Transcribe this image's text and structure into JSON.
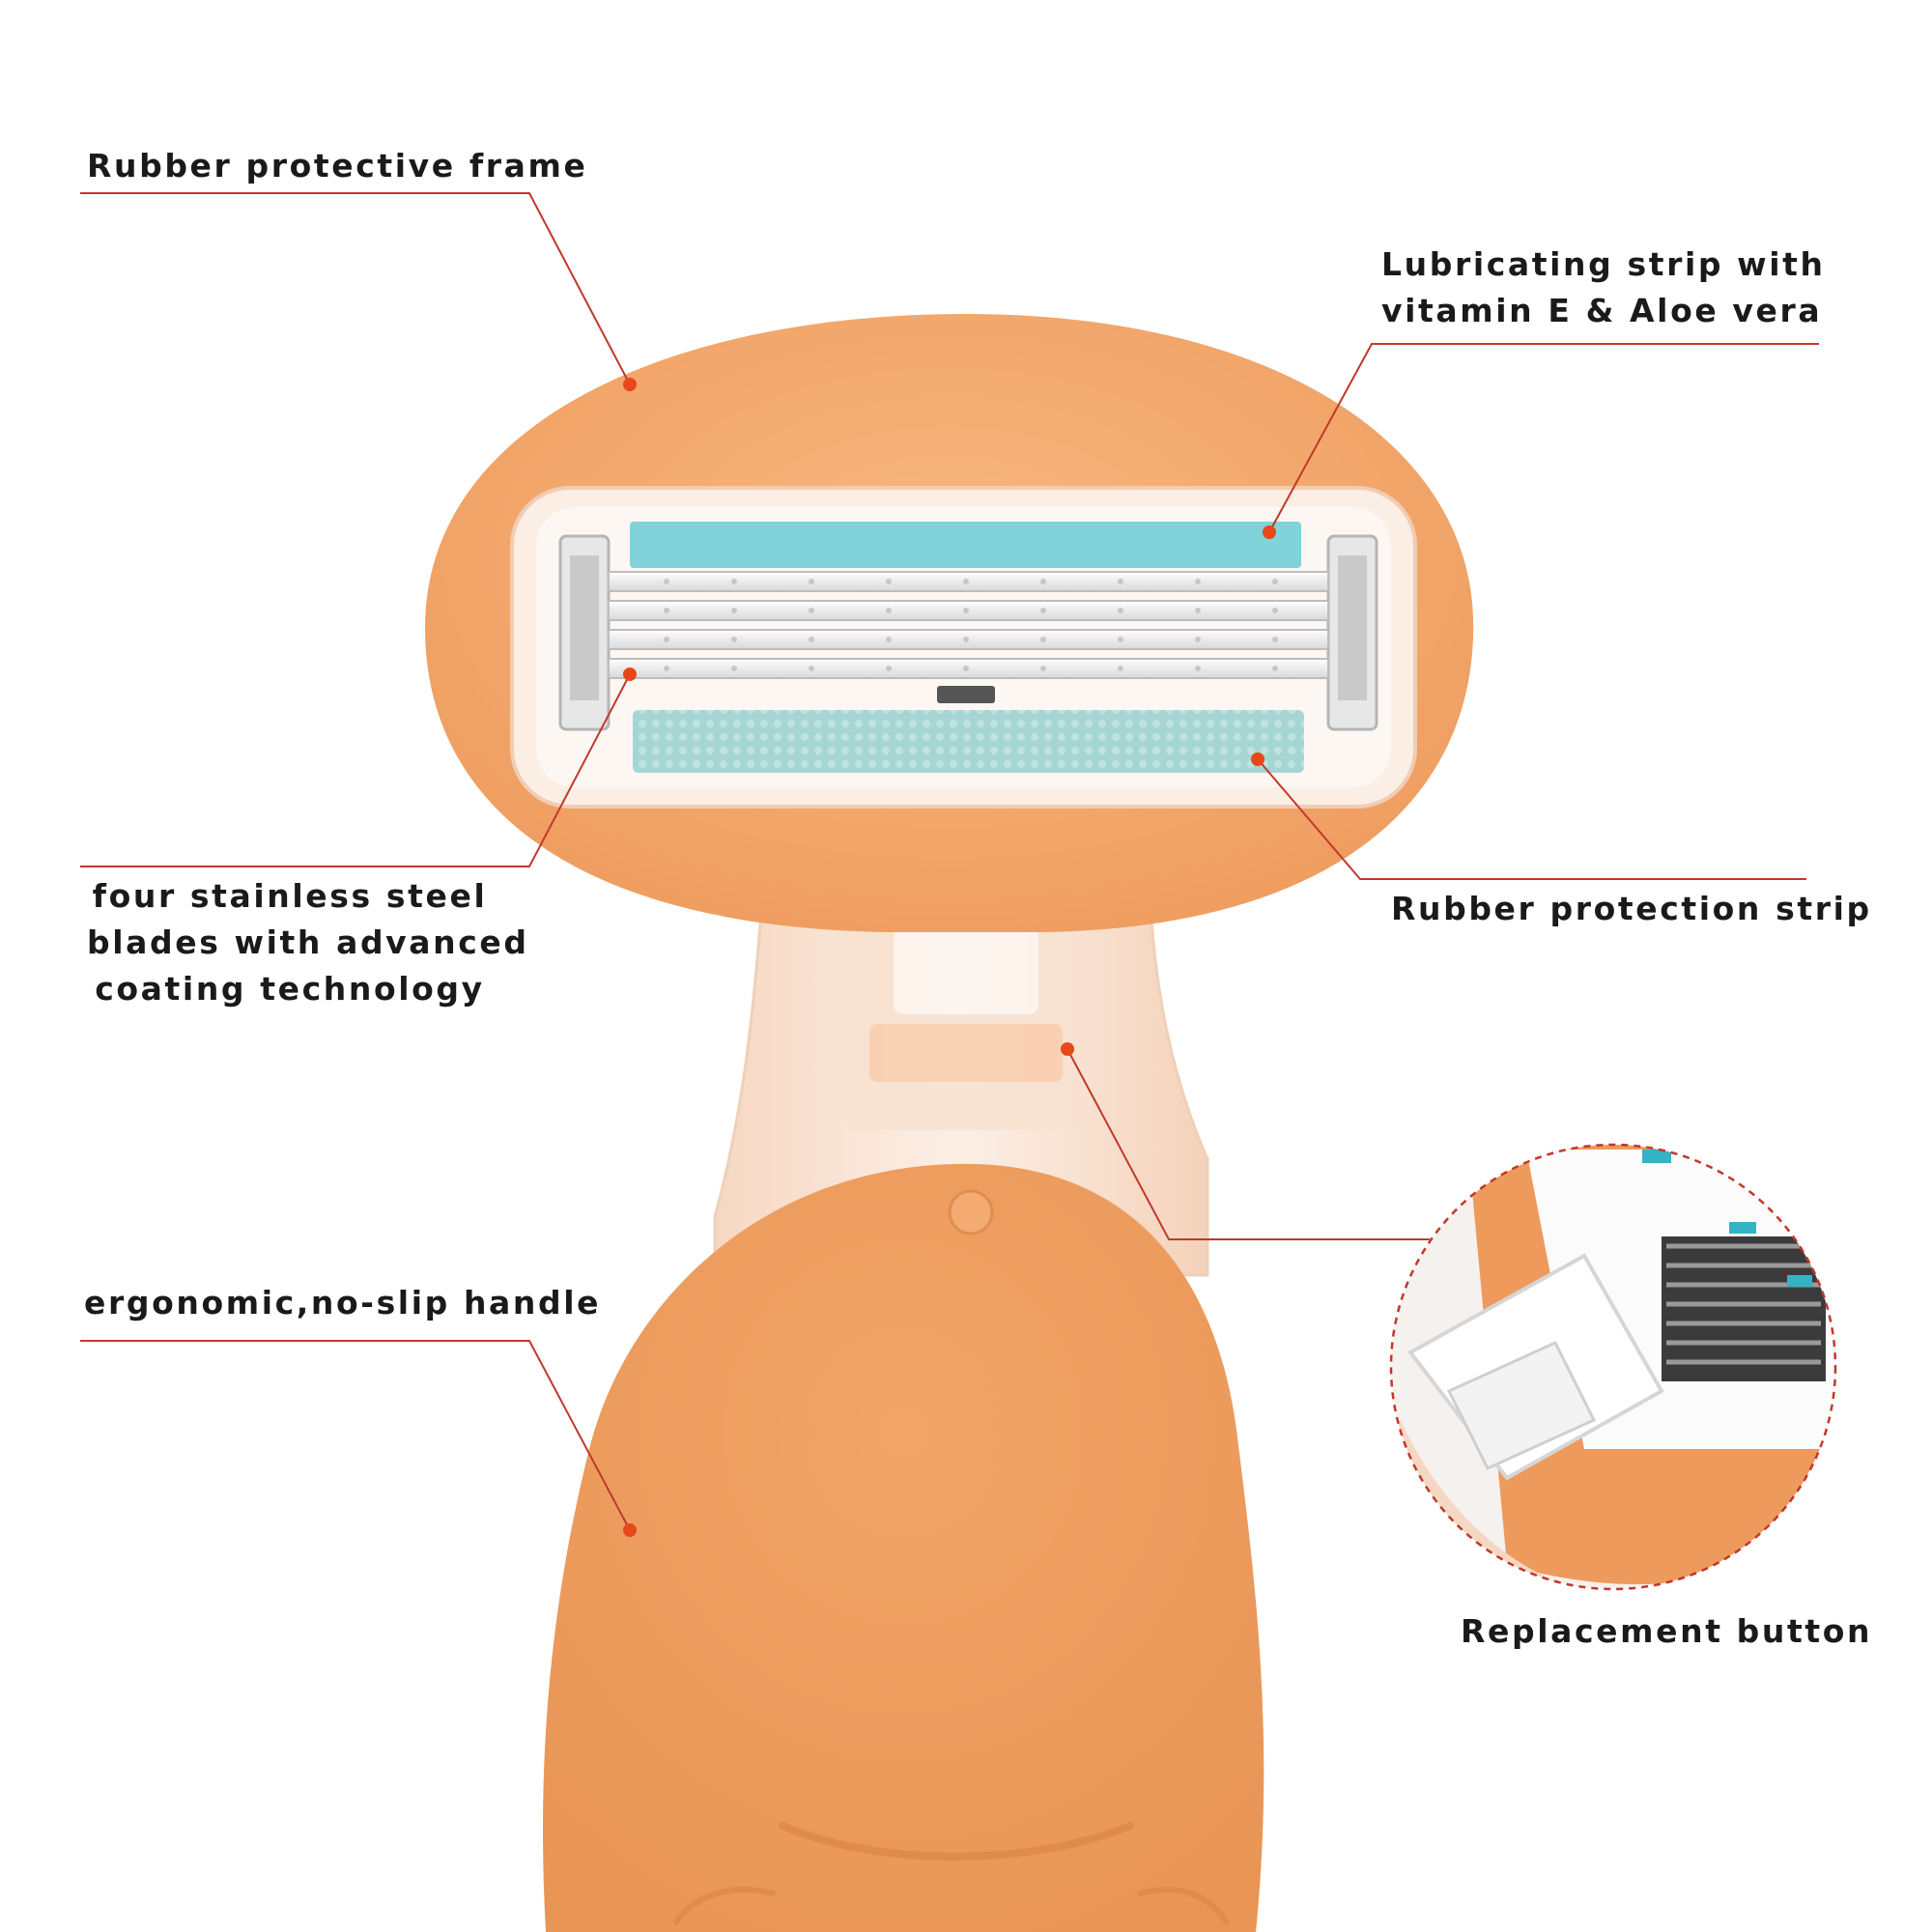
{
  "annotations": {
    "frame": {
      "text": "Rubber protective frame"
    },
    "lubricating": {
      "lines": [
        "Lubricating strip with",
        "vitamin E & Aloe vera"
      ]
    },
    "blades": {
      "lines": [
        "four stainless steel",
        "blades with advanced",
        "coating technology"
      ]
    },
    "protection_strip": {
      "text": "Rubber protection strip"
    },
    "handle": {
      "text": "ergonomic,no-slip handle"
    },
    "button": {
      "text": "Replacement button"
    }
  },
  "colors": {
    "leader_line": "#c0392b",
    "dot": "#e8471a",
    "body_orange": "#f2a468",
    "lubricating_strip": "#7fd3d9",
    "rubber_strip": "#a6d6d3"
  }
}
